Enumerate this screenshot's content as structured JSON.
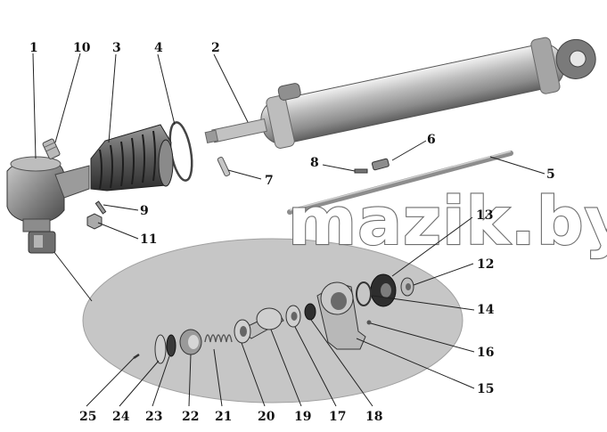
{
  "watermark": "mazik.by",
  "part_labels": [
    "1",
    "2",
    "3",
    "4",
    "5",
    "6",
    "7",
    "8",
    "9",
    "10",
    "11",
    "12",
    "13",
    "14",
    "15",
    "16",
    "17",
    "18",
    "19",
    "20",
    "21",
    "22",
    "23",
    "24",
    "25"
  ],
  "colors": {
    "metal_light": "#d9d9d9",
    "metal_mid": "#a9a9a9",
    "metal_dark": "#5a5a5a",
    "detail_ellipse": "#c4c4c4"
  }
}
